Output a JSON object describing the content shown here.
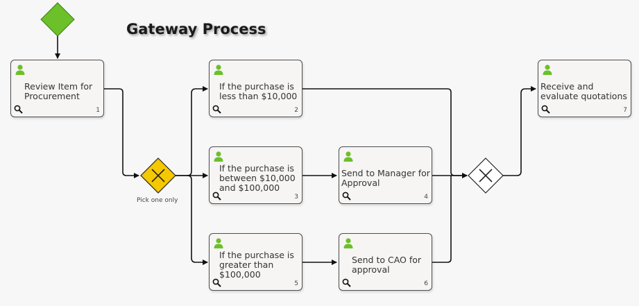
{
  "title": "Gateway Process",
  "gateway_caption": "Pick one only",
  "colors": {
    "start_event": "#6cc02a",
    "user_icon": "#6cc02a",
    "exclusive_gateway_split": "#f5c800",
    "exclusive_gateway_join": "#ffffff",
    "flow_line": "#111111"
  },
  "tasks": [
    {
      "id": "1",
      "label": "Review Item for\nProcurement",
      "number": "1"
    },
    {
      "id": "2",
      "label": "If the purchase is\nless than $10,000",
      "number": "2"
    },
    {
      "id": "3",
      "label": "If the purchase is\nbetween $10,000\nand $100,000",
      "number": "3"
    },
    {
      "id": "4",
      "label": "Send to Manager for\nApproval",
      "number": "4"
    },
    {
      "id": "5",
      "label": "If the purchase is\ngreater than\n$100,000",
      "number": "5"
    },
    {
      "id": "6",
      "label": "Send to CAO for\napproval",
      "number": "6"
    },
    {
      "id": "7",
      "label": "Receive and\nevaluate quotations",
      "number": "7"
    }
  ]
}
